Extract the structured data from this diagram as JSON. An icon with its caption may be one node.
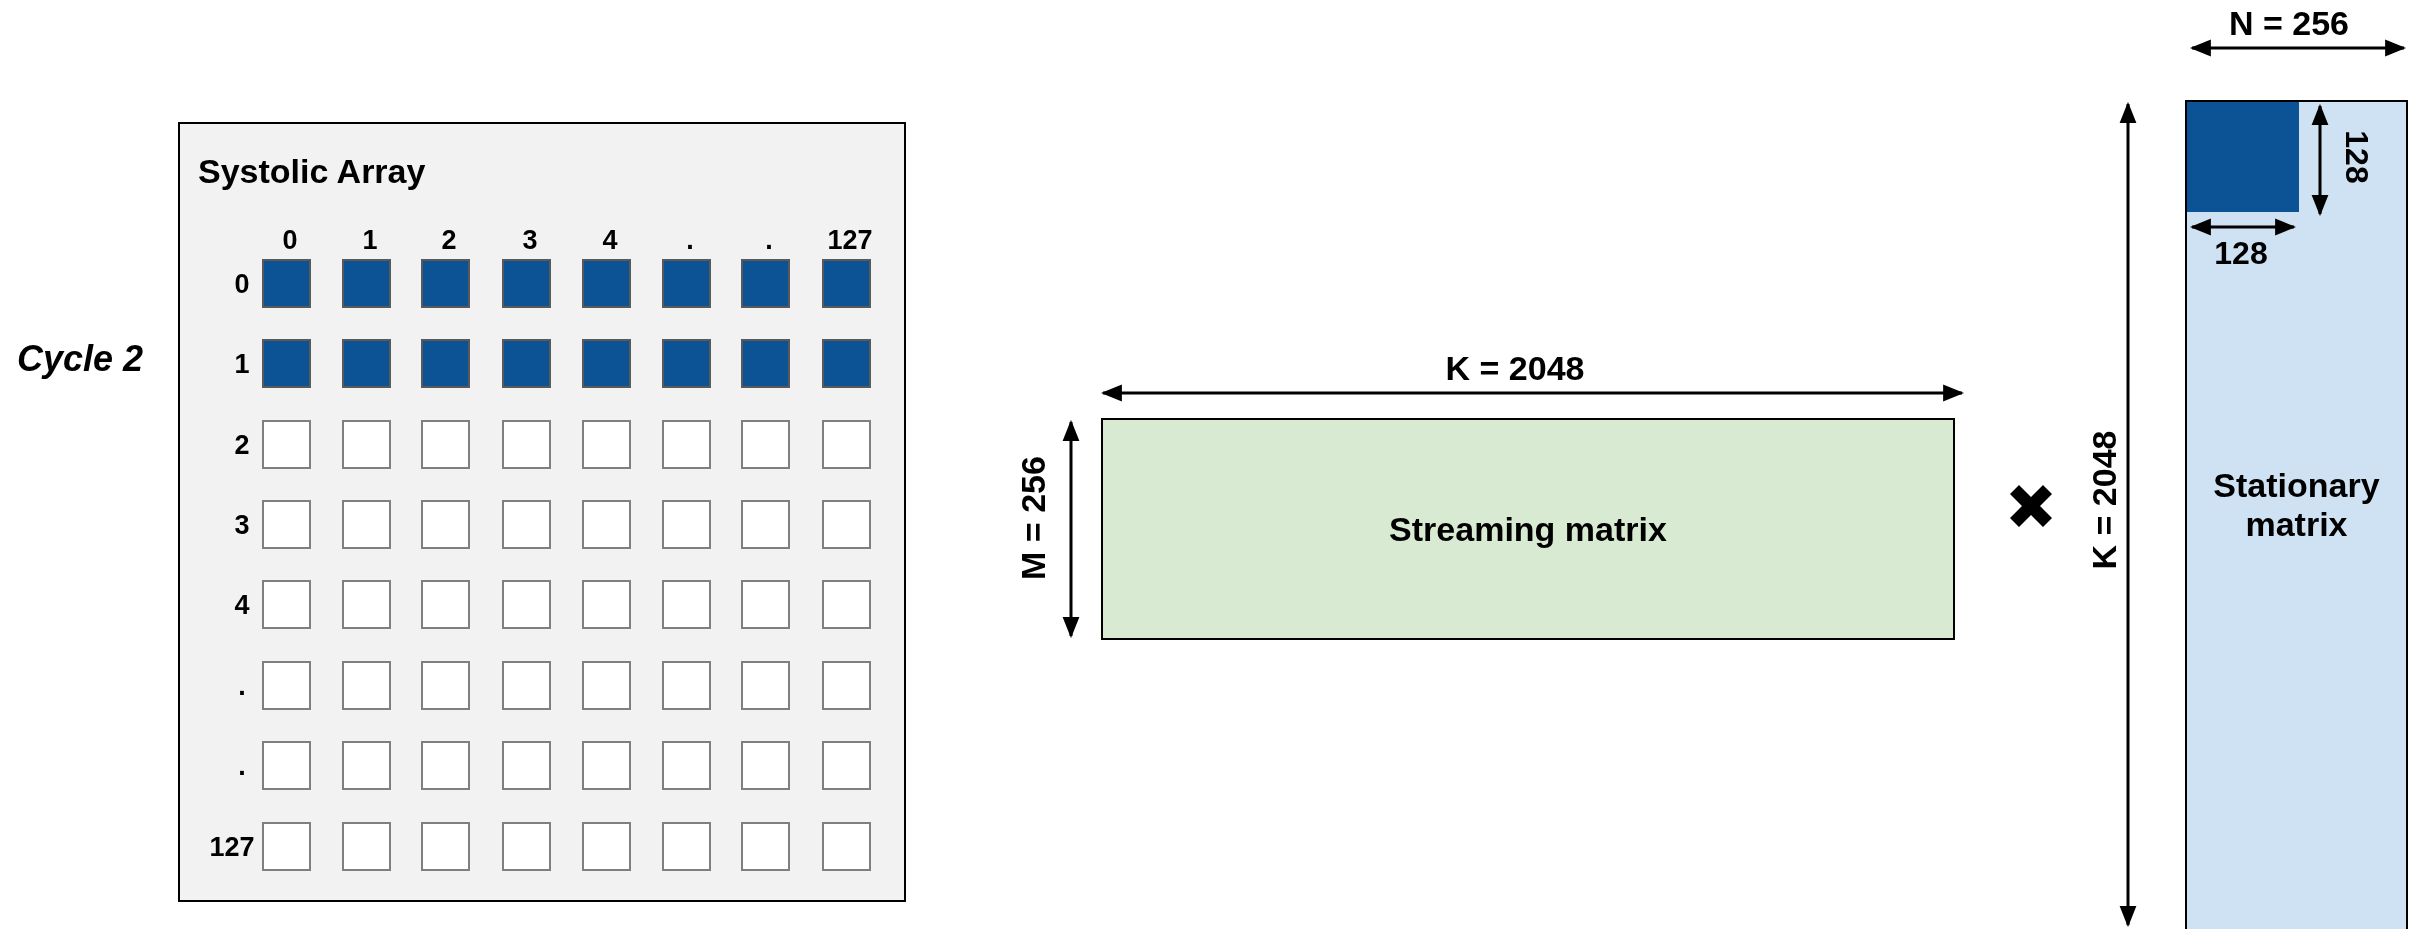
{
  "diagram": {
    "nodes": [
      {
        "text": [
          "Systolic Array"
        ]
      },
      {
        "text": [
          "Streaming matrix"
        ]
      },
      {
        "text": [
          "Stationary matrix"
        ]
      },
      {
        "text": [],
        "shape": "box",
        "in": 2
      }
    ],
    "edges": [],
    "labels": [
      "Cycle 2",
      "0",
      "1",
      "2",
      "3",
      "4",
      ".",
      ".",
      "127",
      "0",
      "1",
      "2",
      "3",
      "4",
      ".",
      ".",
      "127",
      "K = 2048",
      "M = 256",
      "N = 256",
      "128",
      "128",
      "K = 2048"
    ]
  }
}
